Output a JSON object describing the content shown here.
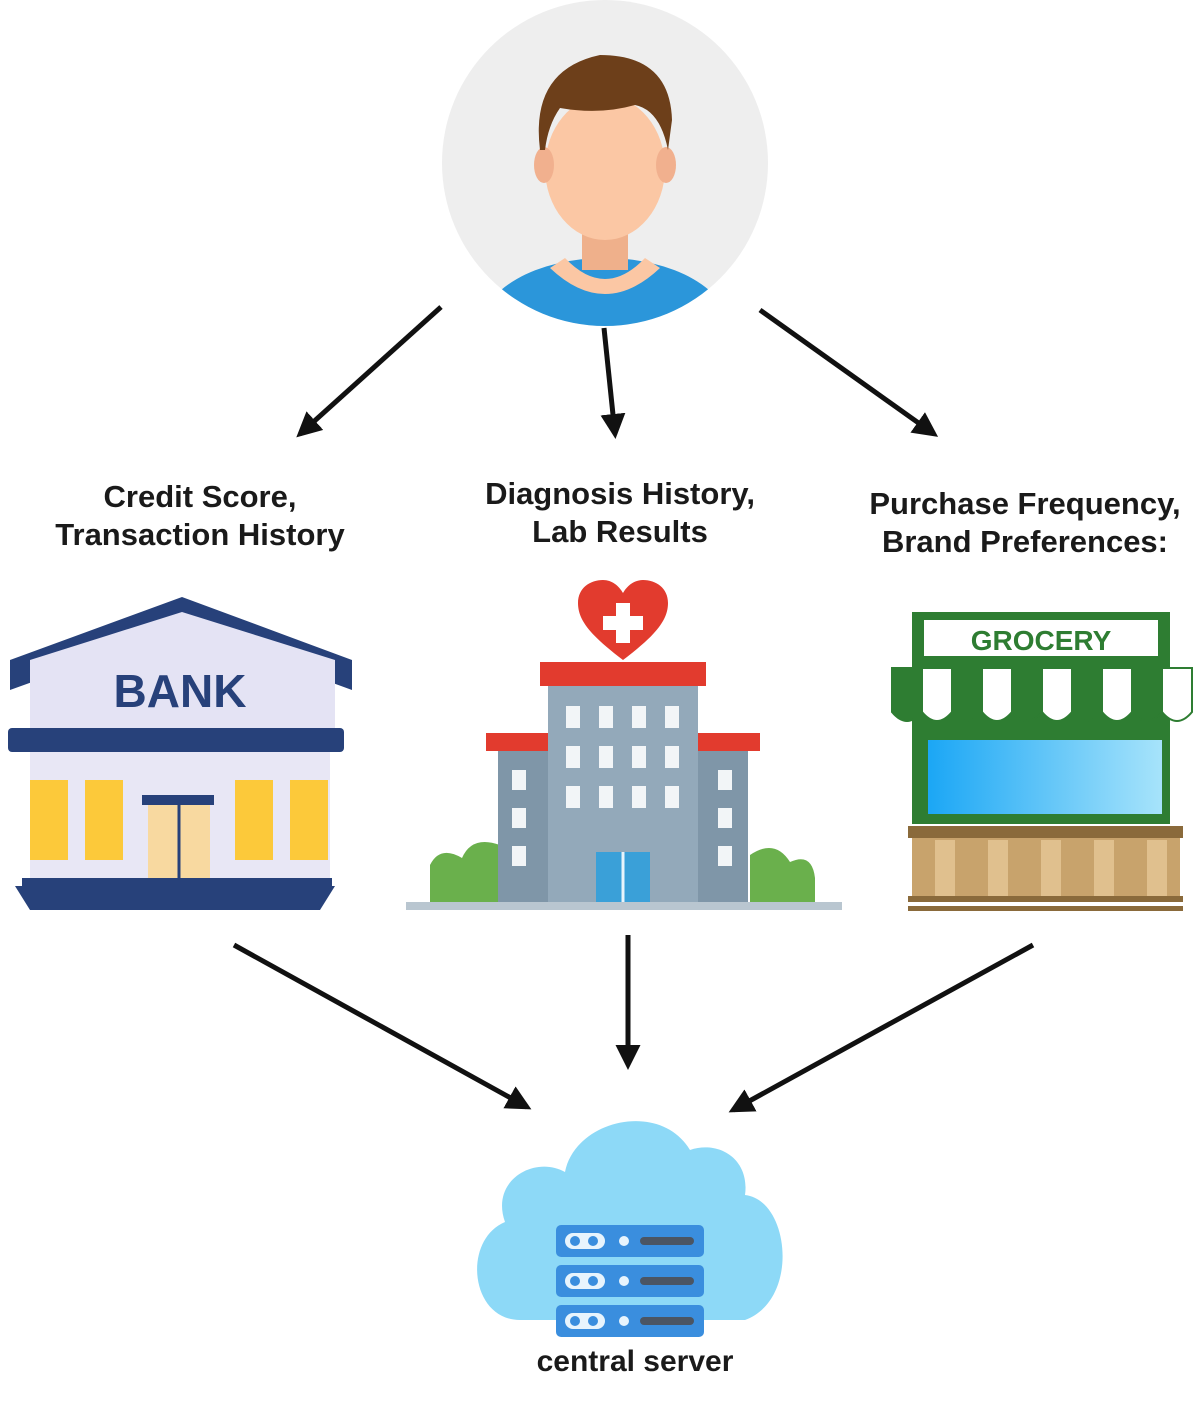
{
  "nodes": {
    "bank": {
      "sign": "BANK",
      "caption": [
        "Credit Score,",
        "Transaction History"
      ]
    },
    "hospital": {
      "caption": [
        "Diagnosis History,",
        "Lab Results"
      ]
    },
    "grocery": {
      "sign": "GROCERY",
      "caption": [
        "Purchase Frequency,",
        "Brand Preferences:"
      ]
    },
    "server": {
      "caption": "central server"
    }
  },
  "colors": {
    "arrow": "#111111",
    "bank_navy": "#27417a",
    "bank_gold": "#fcc93a",
    "hospital_red": "#e23b2e",
    "hospital_gray": "#7f96a8",
    "grocery_green": "#2e7d32",
    "grocery_wood": "#c8a36c",
    "cloud": "#8dd9f7",
    "server_blue": "#3a8ede",
    "person_skin": "#fbc7a4",
    "person_hair": "#6d3f1a",
    "person_shirt": "#2b96da"
  }
}
